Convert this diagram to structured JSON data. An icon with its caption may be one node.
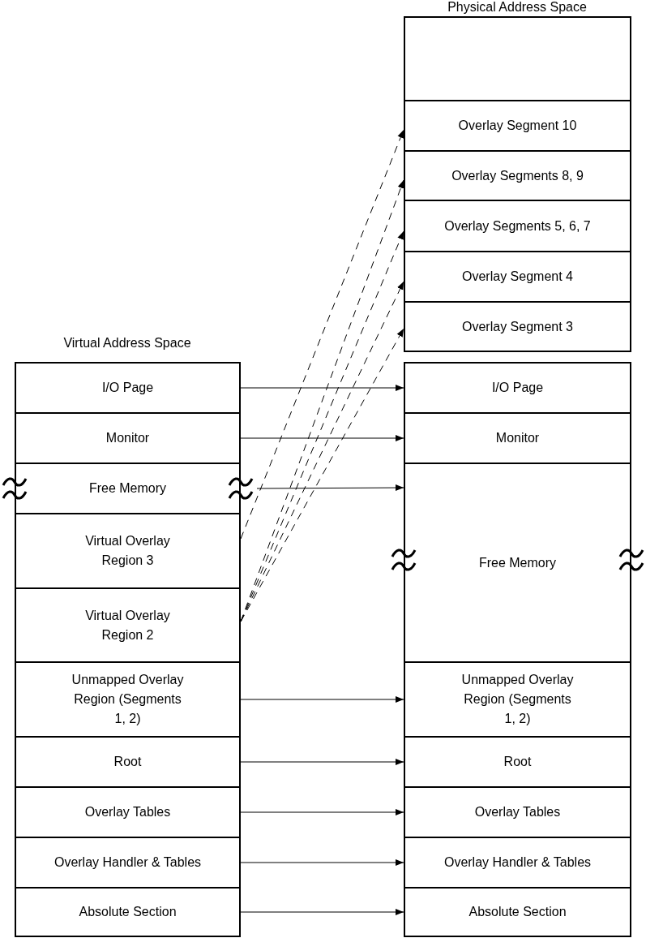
{
  "diagram": {
    "nodes": [
      {
        "text": [],
        "shape": "box"
      },
      {
        "text": [
          "Overlay Segment 10"
        ]
      },
      {
        "text": [
          "Overlay Segments 8, 9"
        ]
      },
      {
        "text": [
          "Overlay Segments 5, 6, 7"
        ]
      },
      {
        "text": [
          "Overlay Segment 4"
        ]
      },
      {
        "text": [
          "Overlay Segment 3"
        ]
      },
      {
        "text": [
          "I/O Page"
        ]
      },
      {
        "text": [
          "Monitor"
        ]
      },
      {
        "text": [
          "Free Memory"
        ]
      },
      {
        "text": [
          "Virtual Overlay Region 3"
        ]
      },
      {
        "text": [
          "Virtual Overlay Region 2"
        ]
      },
      {
        "text": [
          "Unmapped Overlay Region (Segments 1, 2)"
        ]
      },
      {
        "text": [
          "Root"
        ]
      },
      {
        "text": [
          "Overlay Tables"
        ]
      },
      {
        "text": [
          "Overlay Handler & Tables"
        ]
      },
      {
        "text": [
          "Absolute Section"
        ]
      },
      {
        "text": [
          "I/O Page"
        ]
      },
      {
        "text": [
          "Monitor"
        ]
      },
      {
        "text": [
          "Free Memory"
        ]
      },
      {
        "text": [
          "Unmapped Overlay Region (Segments 1, 2)"
        ]
      },
      {
        "text": [
          "Root"
        ]
      },
      {
        "text": [
          "Overlay Tables"
        ]
      },
      {
        "text": [
          "Overlay Handler & Tables"
        ]
      },
      {
        "text": [
          "Absolute Section"
        ]
      }
    ],
    "edges": [
      {
        "from": 6,
        "to": 16,
        "arrow": "to"
      },
      {
        "from": 7,
        "to": 17,
        "arrow": "to"
      },
      {
        "from": 8,
        "to": 18,
        "arrow": "to"
      },
      {
        "from": 11,
        "to": 19,
        "arrow": "to"
      },
      {
        "from": 12,
        "to": 20,
        "arrow": "to"
      },
      {
        "from": 13,
        "to": 21,
        "arrow": "to"
      },
      {
        "from": 14,
        "to": 22,
        "arrow": "to"
      },
      {
        "from": 15,
        "to": 23,
        "arrow": "to"
      },
      {
        "from": 9,
        "to": 1,
        "arrow": "to",
        "style": "dashed"
      },
      {
        "from": 10,
        "to": 2,
        "arrow": "to",
        "style": "dashed"
      },
      {
        "from": 10,
        "to": 3,
        "arrow": "to",
        "style": "dashed"
      },
      {
        "from": 10,
        "to": 4,
        "arrow": "to",
        "style": "dashed"
      },
      {
        "from": 10,
        "to": 5,
        "arrow": "to",
        "style": "dashed"
      }
    ],
    "labels": [
      "Physical Address Space",
      "Virtual Address Space"
    ]
  }
}
